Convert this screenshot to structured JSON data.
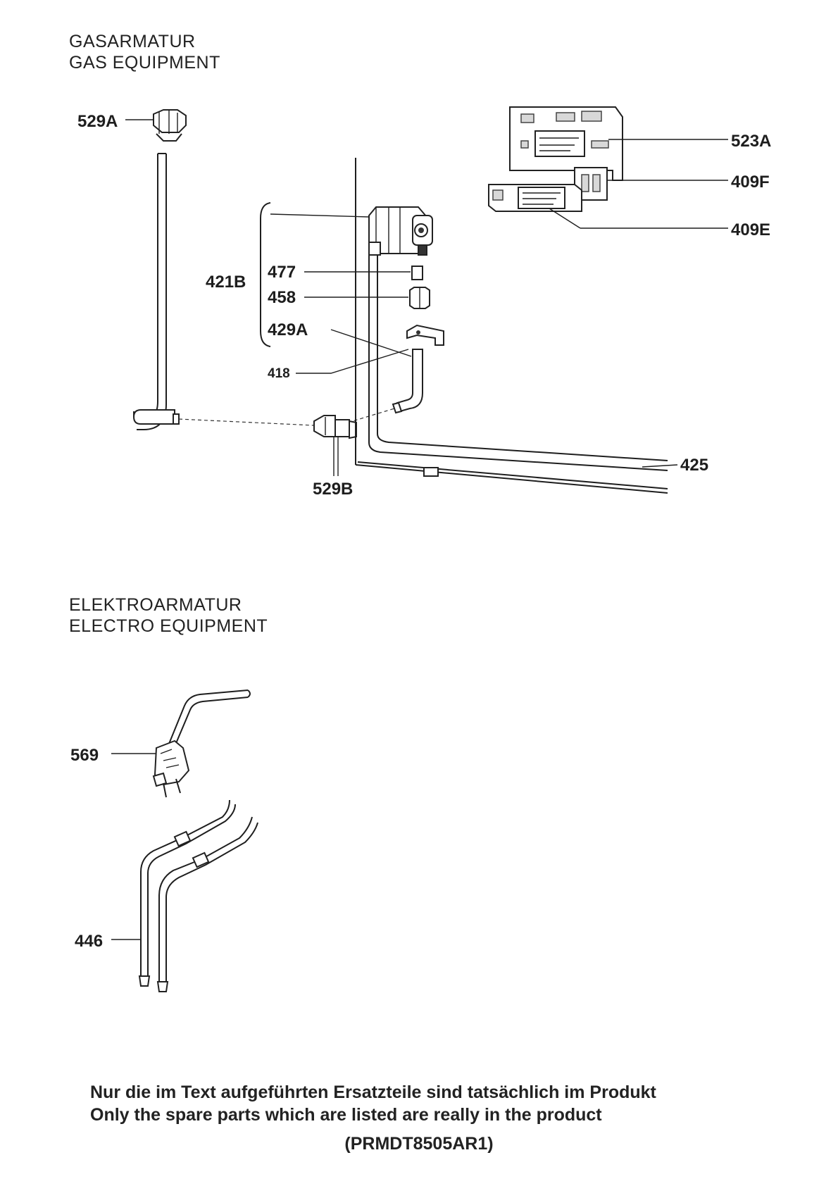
{
  "headings": {
    "gas_de": "GASARMATUR",
    "gas_en": "GAS EQUIPMENT",
    "electro_de": "ELEKTROARMATUR",
    "electro_en": "ELECTRO EQUIPMENT"
  },
  "part_labels": {
    "p529A": "529A",
    "p523A": "523A",
    "p409F": "409F",
    "p409E": "409E",
    "p421B": "421B",
    "p477": "477",
    "p458": "458",
    "p429A": "429A",
    "p418": "418",
    "p425": "425",
    "p529B": "529B",
    "p569": "569",
    "p446": "446"
  },
  "footnote": {
    "line_de": "Nur die im Text aufgeführten Ersatzteile sind tatsächlich im Produkt",
    "line_en": "Only the spare parts which are listed are really in the product"
  },
  "document_code": "(PRMDT8505AR1)"
}
